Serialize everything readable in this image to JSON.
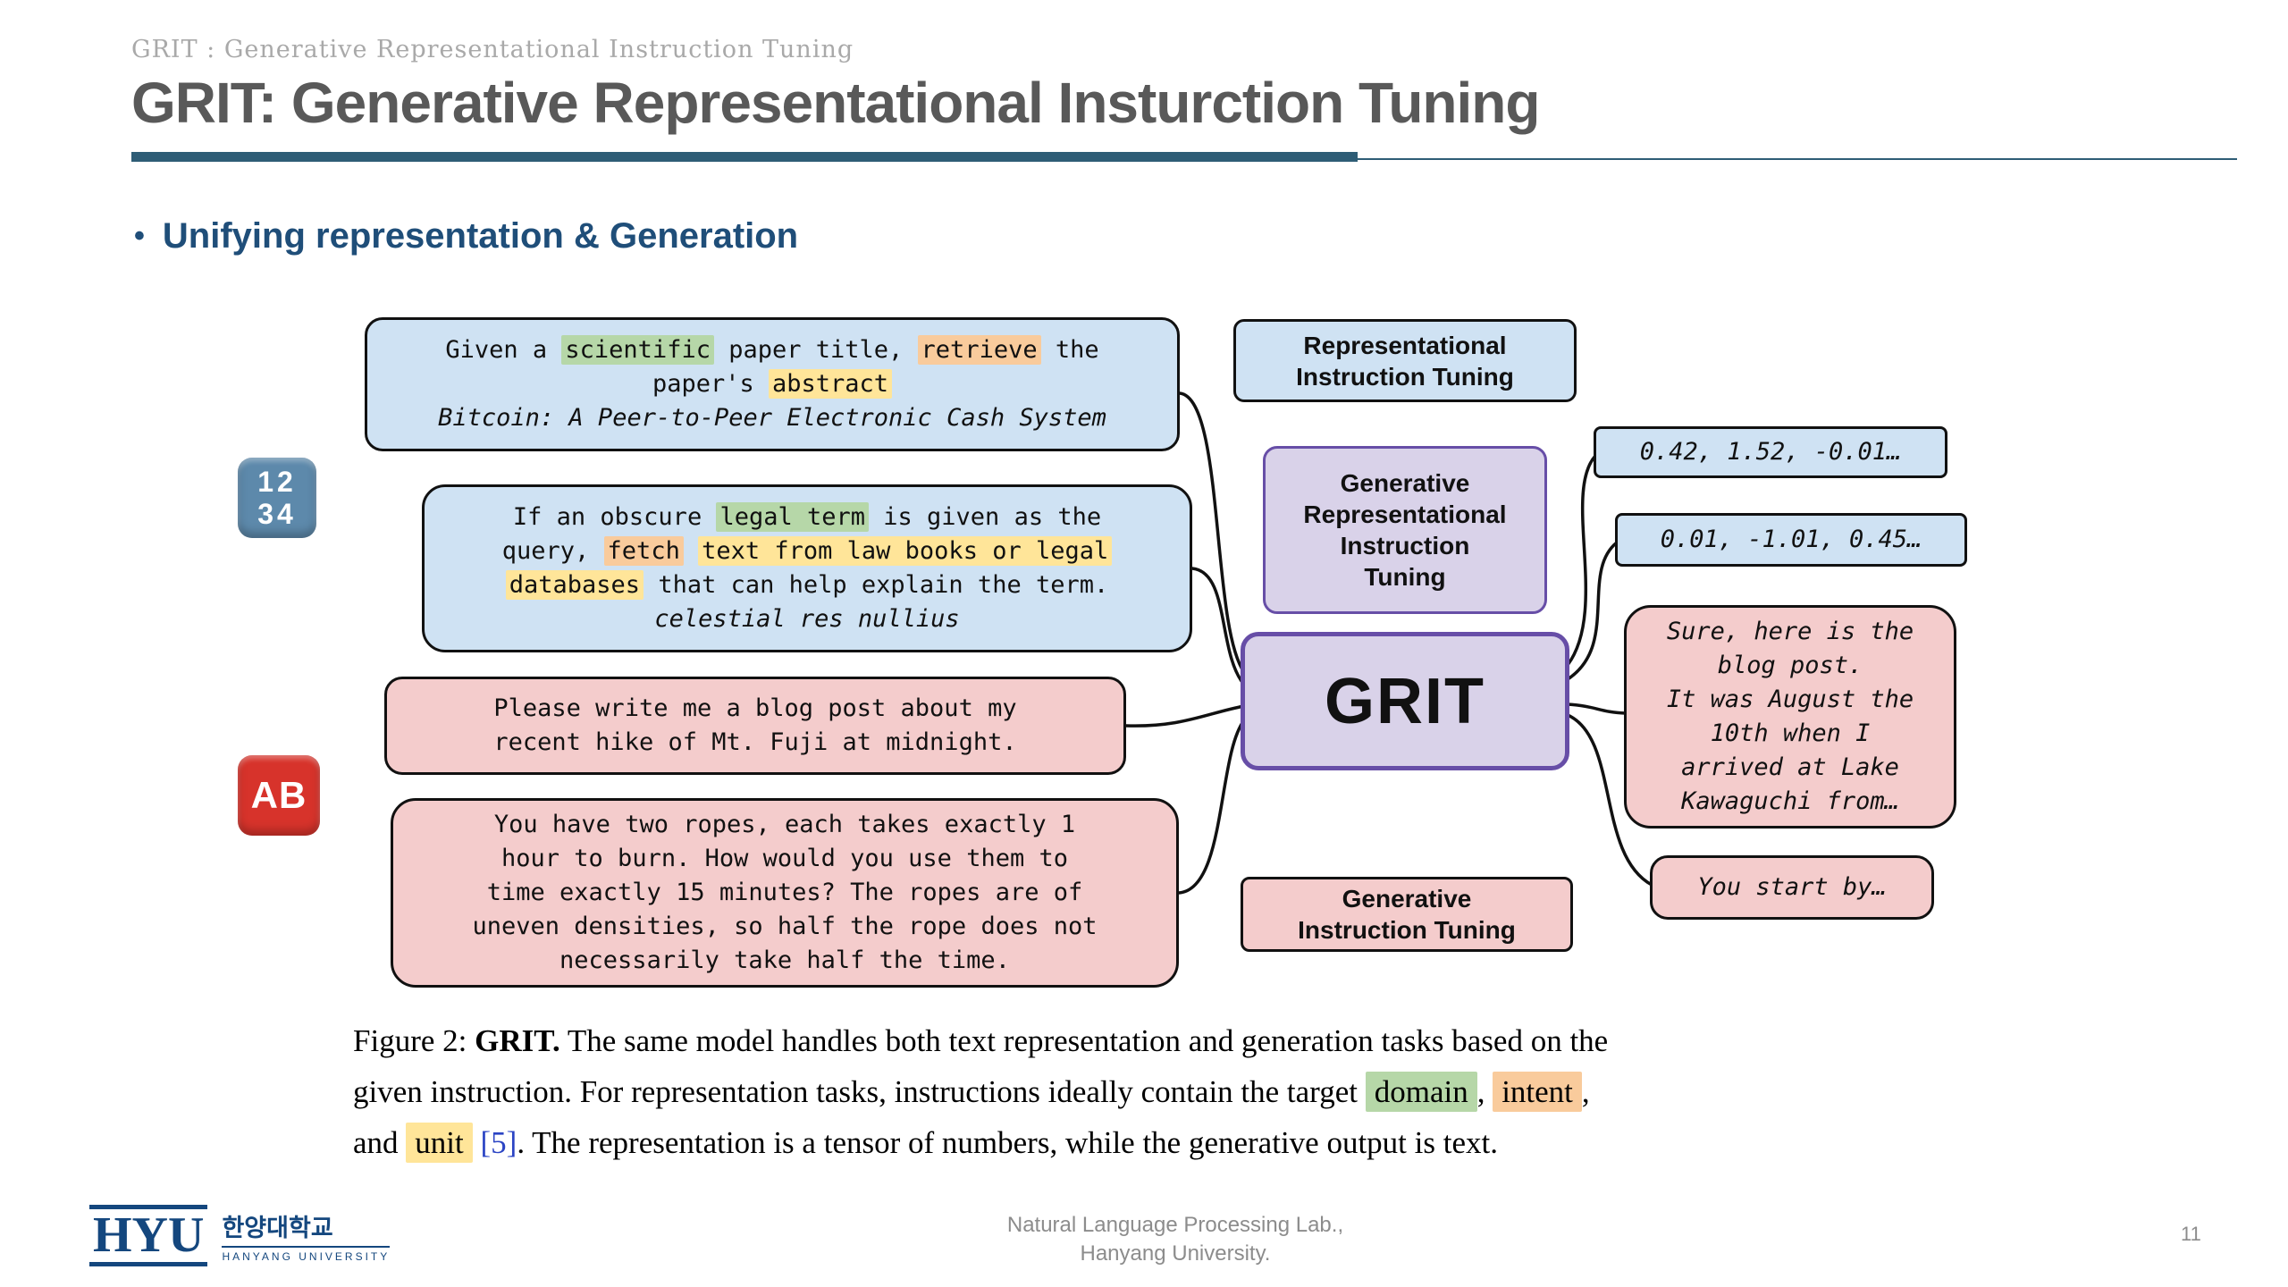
{
  "slide": {
    "kicker": "GRIT : Generative Representational Instruction Tuning",
    "title": "GRIT: Generative Representational Insturction Tuning",
    "bullet": "•",
    "section_heading": "Unifying representation & Generation",
    "page_number": "11"
  },
  "figure": {
    "embedding_icon": {
      "line1": "12",
      "line2": "34"
    },
    "generation_icon": "AB",
    "input_boxes": [
      {
        "kind": "representation",
        "lines": [
          [
            {
              "t": "Given a "
            },
            {
              "t": "scientific",
              "c": "hl-green"
            },
            {
              "t": " paper title, "
            },
            {
              "t": "retrieve",
              "c": "hl-orange"
            },
            {
              "t": " the"
            }
          ],
          [
            {
              "t": "paper's "
            },
            {
              "t": "abstract",
              "c": "hl-yellow"
            }
          ],
          [
            {
              "t": "Bitcoin: A Peer-to-Peer Electronic Cash System",
              "c": "i"
            }
          ]
        ]
      },
      {
        "kind": "representation",
        "lines": [
          [
            {
              "t": "If an obscure "
            },
            {
              "t": "legal term",
              "c": "hl-green"
            },
            {
              "t": " is given as the"
            }
          ],
          [
            {
              "t": "query, "
            },
            {
              "t": "fetch",
              "c": "hl-orange"
            },
            {
              "t": " "
            },
            {
              "t": "text from law books or legal",
              "c": "hl-yellow"
            }
          ],
          [
            {
              "t": "databases",
              "c": "hl-yellow"
            },
            {
              "t": " that can help explain the term."
            }
          ],
          [
            {
              "t": "celestial res nullius",
              "c": "i"
            }
          ]
        ]
      },
      {
        "kind": "generation",
        "lines": [
          [
            {
              "t": "Please write me a blog post about my"
            }
          ],
          [
            {
              "t": "recent hike of Mt. Fuji at midnight."
            }
          ]
        ]
      },
      {
        "kind": "generation",
        "lines": [
          [
            {
              "t": "You have two ropes, each takes exactly 1"
            }
          ],
          [
            {
              "t": "hour to burn. How would you use them to"
            }
          ],
          [
            {
              "t": "time exactly 15 minutes? The ropes are of"
            }
          ],
          [
            {
              "t": "uneven densities, so half the rope does not"
            }
          ],
          [
            {
              "t": "necessarily take half the time."
            }
          ]
        ]
      }
    ],
    "center_labels": {
      "rep_tuning": "Representational\nInstruction Tuning",
      "grit_full": "Generative\nRepresentational\nInstruction\nTuning",
      "grit": "GRIT",
      "gen_tuning": "Generative\nInstruction Tuning"
    },
    "output_boxes": {
      "embedding1": "0.42, 1.52, -0.01…",
      "embedding2": "0.01, -1.01, 0.45…",
      "generation1": "Sure, here is the\nblog post.\nIt was August the\n10th when I\narrived at Lake\nKawaguchi from…",
      "generation2": "You start by…"
    }
  },
  "caption": {
    "lines": [
      [
        {
          "t": "Figure 2: "
        },
        {
          "t": "GRIT.",
          "c": "b"
        },
        {
          "t": " The same model handles both text representation and generation tasks based on the"
        }
      ],
      [
        {
          "t": "given instruction. For representation tasks, instructions ideally contain the target "
        },
        {
          "t": "domain",
          "c": "hl-green"
        },
        {
          "t": ", "
        },
        {
          "t": "intent",
          "c": "hl-orange"
        },
        {
          "t": ","
        }
      ],
      [
        {
          "t": "and "
        },
        {
          "t": "unit",
          "c": "hl-yellow"
        },
        {
          "t": " "
        },
        {
          "t": "[5]",
          "c": "link"
        },
        {
          "t": ". The representation is a tensor of numbers, while the generative output is text."
        }
      ]
    ]
  },
  "footer": {
    "logo": {
      "acronym": "HYU",
      "korean": "한양대학교",
      "english": "HANYANG UNIVERSITY"
    },
    "lab": "Natural Language Processing Lab.,\nHanyang University."
  },
  "colors": {
    "accent_blue": "#cfe2f3",
    "accent_pink": "#f4cccc",
    "purple_fill": "#d9d2e9",
    "purple_border": "#674ea7",
    "hl_green": "#b6d7a8",
    "hl_orange": "#f9cb9c",
    "hl_yellow": "#ffe599",
    "heading_blue": "#1f4e79",
    "divider_blue": "#2e5d76",
    "title_gray": "#595959",
    "link_blue": "#2b44c4",
    "logo_blue": "#14477e",
    "icon_blue": "#5d89ab",
    "icon_red": "#d7332b"
  }
}
